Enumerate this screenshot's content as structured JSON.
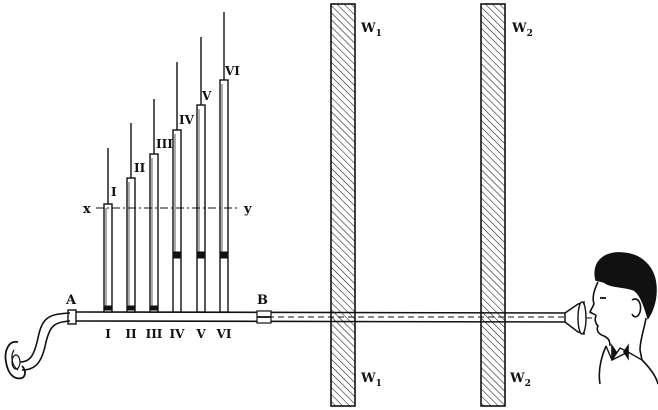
{
  "labels": {
    "A": "A",
    "B": "B",
    "x": "x",
    "y": "y",
    "tubes": [
      {
        "top": "I",
        "bottom": "I"
      },
      {
        "top": "II",
        "bottom": "II"
      },
      {
        "top": "III",
        "bottom": "III"
      },
      {
        "top": "IV",
        "bottom": "IV"
      },
      {
        "top": "V",
        "bottom": "V"
      },
      {
        "top": "VI",
        "bottom": "VI"
      }
    ],
    "walls": [
      {
        "letter": "W",
        "sub": "1"
      },
      {
        "letter": "W",
        "sub": "2"
      }
    ]
  },
  "colors": {
    "ink": "#111111",
    "paper": "#ffffff"
  }
}
